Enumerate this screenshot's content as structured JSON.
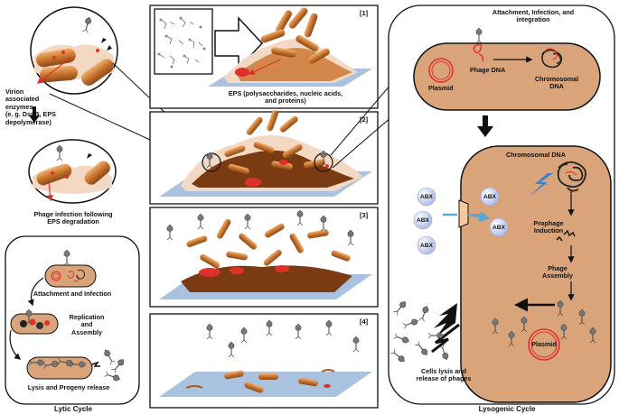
{
  "panels": {
    "p1": "[1]",
    "p2": "[2]",
    "p3": "[3]",
    "p4": "[4]"
  },
  "labels": {
    "virion_enzymes": [
      "Virion",
      "associated",
      "enzymes",
      "(e. g. DspB, EPS",
      "depolymerase)"
    ],
    "eps": [
      "EPS (polysaccharides, nucleic acids,",
      "and proteins)"
    ],
    "phage_infection": [
      "Phage infection following",
      "EPS degradation"
    ],
    "attach_infect_integ": [
      "Attachment, Infection, and",
      "integration"
    ],
    "phage_dna": "Phage DNA",
    "plasmid_top": "Plasmid",
    "chromosomal_dna_top": [
      "Chromosomal",
      "DNA"
    ],
    "chromosomal_dna_main": "Chromosomal DNA",
    "abx": "ABX",
    "prophage_induction": [
      "Prophage",
      "Induction"
    ],
    "phage_assembly": [
      "Phage",
      "Assembly"
    ],
    "plasmid_main": "Plasmid",
    "cells_lysis": [
      "Cells lysis and",
      "release of phages"
    ],
    "attach_and_infect": "Attachment and Infection",
    "replication": [
      "Replication",
      "and",
      "Assembly"
    ],
    "lysis_progeny": "Lysis and Progeny release",
    "lytic_cycle": "Lytic Cycle",
    "lysogenic_cycle": "Lysogenic Cycle"
  },
  "colors": {
    "bacteria": "#c8732e",
    "bacteria_light": "#e8a262",
    "cell_fill": "#d9a47a",
    "eps": "#f3d9c4",
    "substrate": "#a9c2e0",
    "red": "#e0302a",
    "abx": "#c9d3ee",
    "arrow_blue": "#5aa8d8"
  }
}
